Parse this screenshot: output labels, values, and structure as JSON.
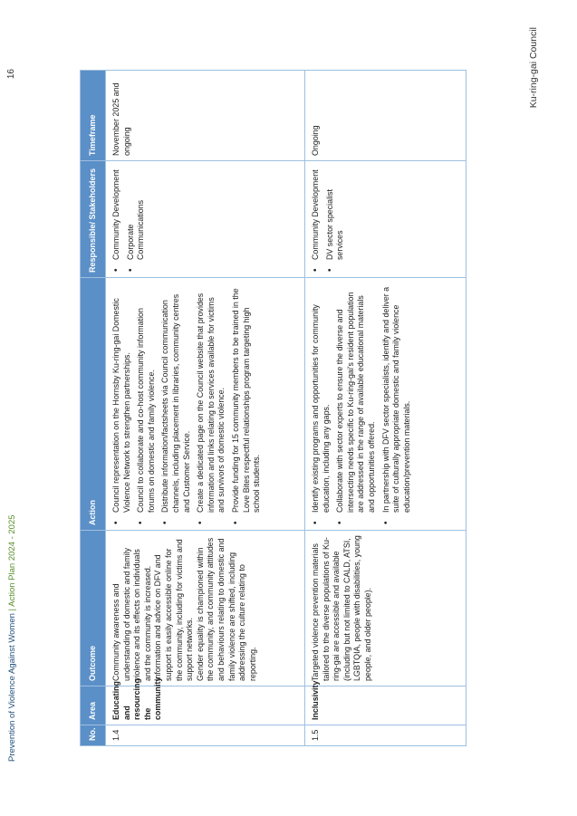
{
  "header": {
    "council": "Ku-ring-gai Council",
    "page_number": "16"
  },
  "footer": {
    "doc_title": "Prevention of Violence Against Women",
    "separator": "|",
    "plan": "Action Plan 2024 - 2025"
  },
  "table": {
    "headers": {
      "no": "No.",
      "area": "Area",
      "outcome": "Outcome",
      "action": "Action",
      "responsible": "Responsible/ Stakeholders",
      "timeframe": "Timeframe"
    },
    "rows": [
      {
        "no": "1.4",
        "area": "Educating and resourcing the community",
        "outcome": [
          "Community awareness and understanding of domestic and family violence and its effects on individuals and the community is increased.",
          "Information and advice on DFV and support is easily accessible online for the community, including for victims and support networks.",
          "Gender equality is championed within the community, and community attitudes and behaviours relating to domestic and family violence are shifted, including addressing the culture relating to reporting."
        ],
        "actions": [
          "Council representation on the Hornsby Ku-ring-gai Domestic Violence Network to strengthen partnerships.",
          "Council to collaborate and co-host community information forums on domestic and family violence.",
          "Distribute information/factsheets via Council communication channels, including placement in libraries, community centres and Customer Service.",
          "Create a dedicated page on the Council website that provides information and links relating to services available for victims and survivors of domestic violence.",
          "Provide funding for 15 community members to be trained in the Love Bites respectful relationships program targeting high school students."
        ],
        "responsible": [
          "Community Development",
          "Corporate Communications"
        ],
        "timeframe": "November 2025 and ongoing"
      },
      {
        "no": "1.5",
        "area": "Inclusivity",
        "outcome": [
          "Targeted violence prevention materials tailored to the diverse populations of Ku-ring-gai are accessible and available (including but not limited to CALD, ATSI, LGBTQIA, people with disabilities, young people, and older people)."
        ],
        "actions": [
          "Identify existing programs and opportunities for community education, including any gaps.",
          "Collaborate with sector experts to ensure the diverse and intersecting needs specific to Ku-ring-gai's resident population are addressed in the range of available educational materials and opportunities offered.",
          "In partnership with DFV sector specialists, identify and deliver a suite of culturally appropriate domestic and family violence education/prevention materials."
        ],
        "responsible": [
          "Community Development",
          "DV sector specialist services"
        ],
        "timeframe": "Ongoing"
      }
    ]
  }
}
